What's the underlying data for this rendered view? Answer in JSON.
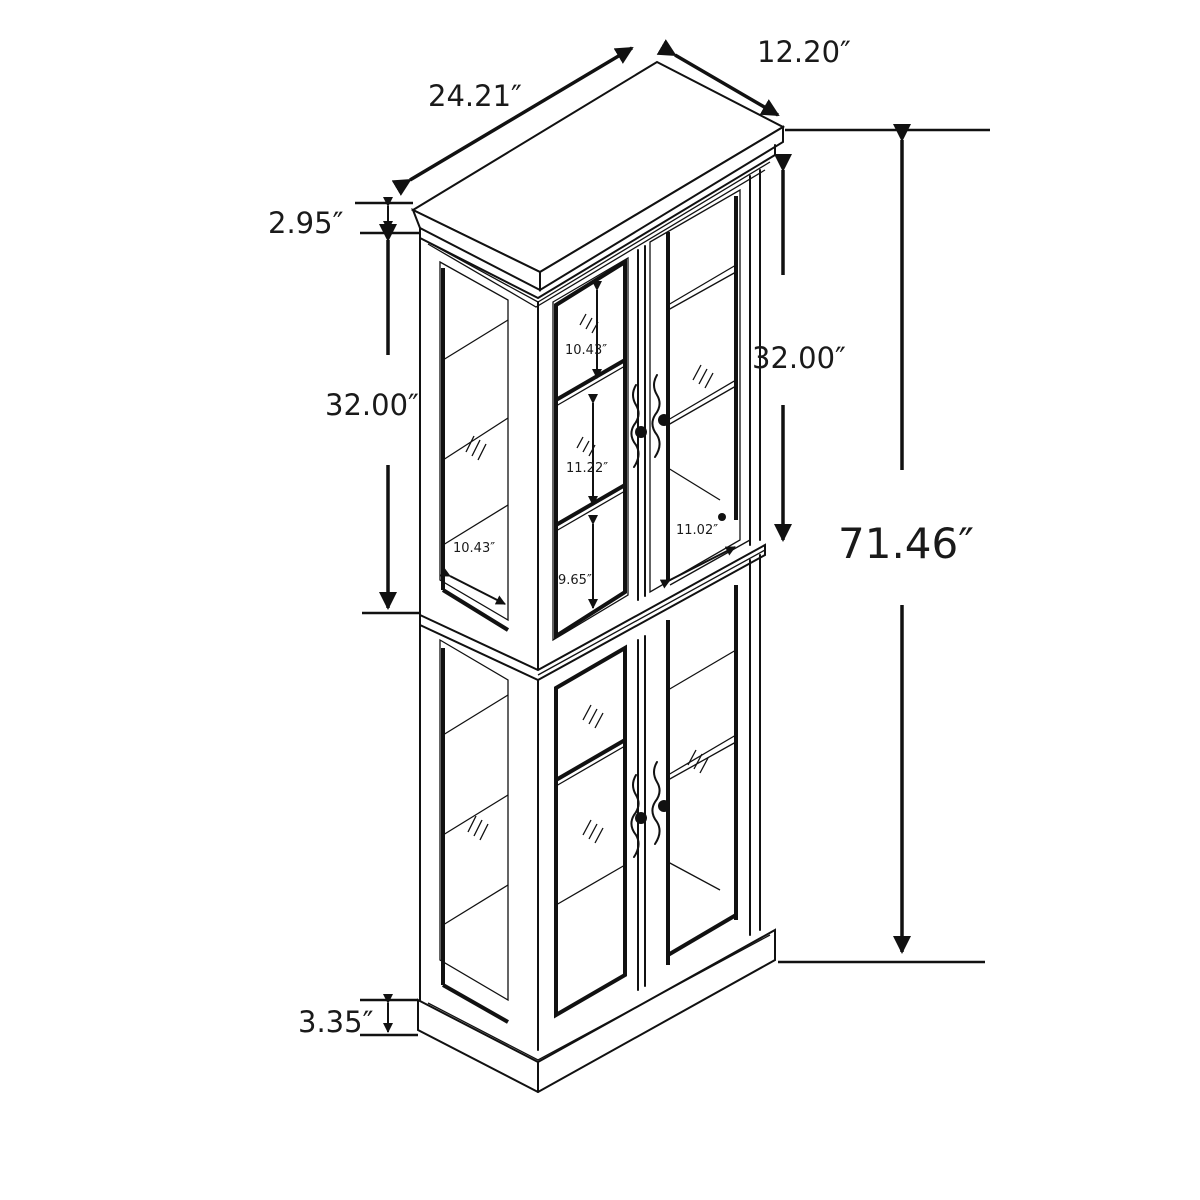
{
  "diagram": {
    "subject": "Tall curio display cabinet with glass doors and side panels",
    "units": "inches",
    "overall": {
      "width_label": "24.21″",
      "depth_label": "12.20″",
      "height_label": "71.46″"
    },
    "parts": {
      "crown_height_label": "2.95″",
      "upper_section_height_label": "32.00″",
      "upper_section_height_right_label": "32.00″",
      "base_height_label": "3.35″"
    },
    "shelves": {
      "top_spacing_label": "10.43″",
      "middle_spacing_label": "11.22″",
      "bottom_spacing_label": "9.65″",
      "shelf_width_label": "10.43″",
      "shelf_depth_label": "11.02″"
    },
    "colors": {
      "line": "#111111",
      "background": "#ffffff"
    }
  }
}
